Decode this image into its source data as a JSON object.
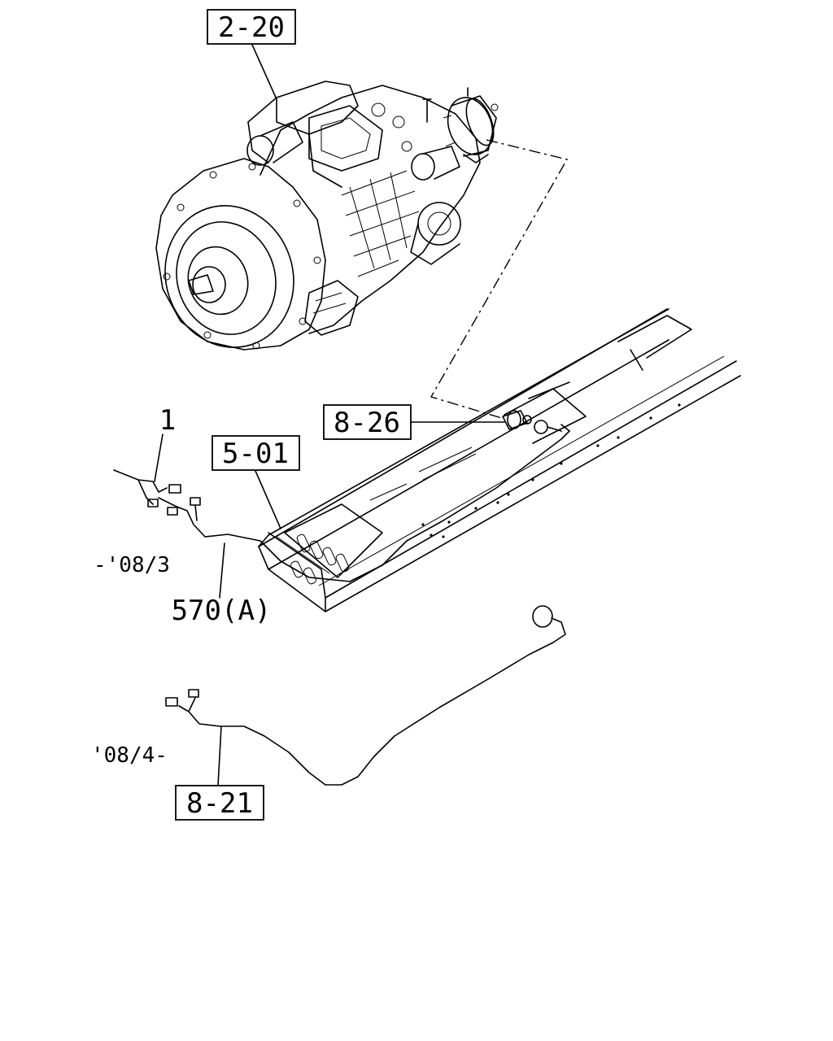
{
  "references": {
    "transmission": "2-20",
    "speed_sensor": "8-26",
    "frame": "5-01",
    "harness_new": "8-21"
  },
  "parts": {
    "harness_number": "1",
    "harness_old": "570(A)"
  },
  "notes": {
    "old_range": "-'08/3",
    "new_range": "'08/4-"
  }
}
